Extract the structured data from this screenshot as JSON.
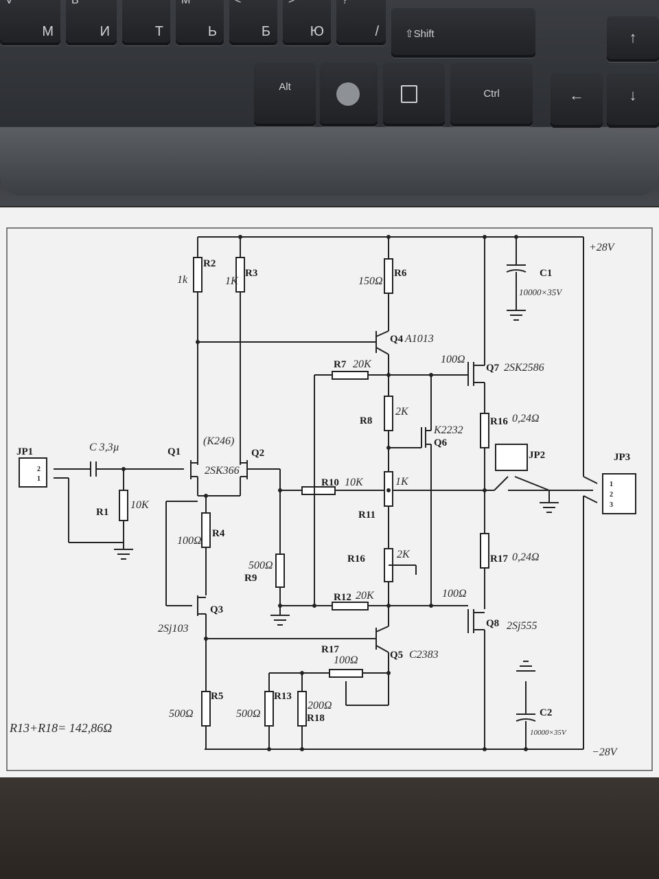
{
  "keyboard": {
    "keys": [
      {
        "top": "V",
        "bottom": "M"
      },
      {
        "top": "B",
        "bottom": "И"
      },
      {
        "top": "",
        "bottom": "Т"
      },
      {
        "top": "M",
        "bottom": "Ь"
      },
      {
        "top": "<",
        "bottom": "Б"
      },
      {
        "top": ">",
        "bottom": "Ю"
      },
      {
        "top": "?",
        "bottom": "/"
      }
    ],
    "shift_label": "⇧Shift",
    "alt_label": "Alt",
    "ctrl_label": "Ctrl",
    "win_icon": "windows-logo-icon",
    "menu_icon": "context-menu-icon",
    "arrow_up": "↑",
    "arrow_left": "←",
    "arrow_down": "↓"
  },
  "schematic": {
    "rail_pos": "+28V",
    "rail_neg": "−28V",
    "connectors": {
      "jp1": "JP1",
      "jp2": "JP2",
      "jp3": "JP3",
      "jp1_pin2": "2",
      "jp1_pin1": "1",
      "jp3_pin1": "1",
      "jp3_pin2": "2",
      "jp3_pin3": "3"
    },
    "parts": {
      "c_in": "C 3,3µ",
      "r1": "R1",
      "r1_val": "10K",
      "q1": "Q1",
      "q2": "Q2",
      "q12_type": "2SK366",
      "q12_alt": "(K246)",
      "r2": "R2",
      "r2_val": "1k",
      "r3": "R3",
      "r3_val": "1K",
      "r4": "R4",
      "r4_val": "100Ω",
      "q3": "Q3",
      "q3_type": "2Sj103",
      "r5": "R5",
      "r5_val": "500Ω",
      "r9": "R9",
      "r9_val": "500Ω",
      "r6": "R6",
      "r6_val": "150Ω",
      "q4": "Q4",
      "q4_type": "A1013",
      "r7": "R7",
      "r7_val": "20K",
      "r8": "R8",
      "r8_val": "2K",
      "q6": "Q6",
      "q6_type": "K2232",
      "r10": "R10",
      "r10_val": "10K",
      "r11": "R11",
      "r11_val": "1K",
      "r16a": "R16",
      "r16a_val": "2K",
      "r12": "R12",
      "r12_val": "20K",
      "q5": "Q5",
      "q5_type": "C2383",
      "r17a": "R17",
      "r17a_val": "100Ω",
      "r13": "R13",
      "r13_val": "500Ω",
      "r18": "R18",
      "r18_val": "200Ω",
      "q7": "Q7",
      "q7_type": "2SK2586",
      "q7_gate": "100Ω",
      "q8": "Q8",
      "q8_type": "2Sj555",
      "q8_gate": "100Ω",
      "r16": "R16",
      "r16_val": "0,24Ω",
      "r17": "R17",
      "r17_val": "0,24Ω",
      "c1": "C1",
      "c1_val": "10000×35V",
      "c2": "C2",
      "c2_val": "10000×35V"
    },
    "note": "R13+R18= 142,86Ω"
  }
}
